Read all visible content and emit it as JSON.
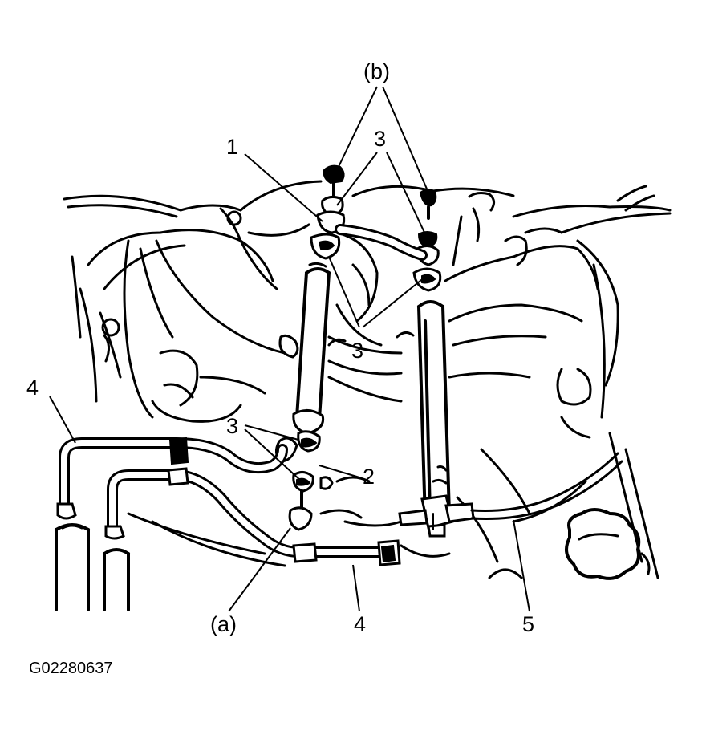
{
  "callouts": {
    "b": "(b)",
    "one": "1",
    "three_top": "3",
    "three_mid": "3",
    "three_left": "3",
    "two": "2",
    "four_left": "4",
    "four_bottom": "4",
    "five": "5",
    "a": "(a)"
  },
  "figure_code": "G02280637"
}
